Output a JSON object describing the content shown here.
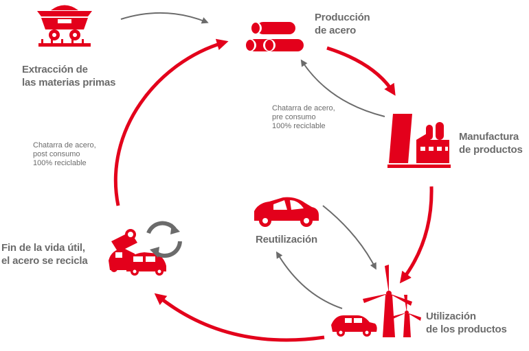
{
  "colors": {
    "accent": "#e3001b",
    "text": "#6b6b6b",
    "arrow_gray": "#6b6b6b"
  },
  "nodes": {
    "extraction": {
      "line1": "Extracción de",
      "line2": "las materias primas",
      "icon": "mine-cart-icon"
    },
    "production": {
      "line1": "Producción",
      "line2": "de acero",
      "icon": "steel-pipes-icon"
    },
    "manufacturing": {
      "line1": "Manufactura",
      "line2": "de productos",
      "icon": "factory-icon"
    },
    "use": {
      "line1": "Utilización",
      "line2": "de los productos",
      "icon": "wind-turbine-icon"
    },
    "reuse": {
      "label": "Reutilización",
      "icon": "car-icon"
    },
    "end_of_life": {
      "line1": "Fin de la vida útil,",
      "line2": "el acero se recicla",
      "icon": "scrap-cars-recycle-icon"
    }
  },
  "notes": {
    "pre_consumer": {
      "line1": "Chatarra de acero,",
      "line2": "pre consumo",
      "line3": "100% reciclable"
    },
    "post_consumer": {
      "line1": "Chatarra de acero,",
      "line2": "post consumo",
      "line3": "100% reciclable"
    }
  }
}
